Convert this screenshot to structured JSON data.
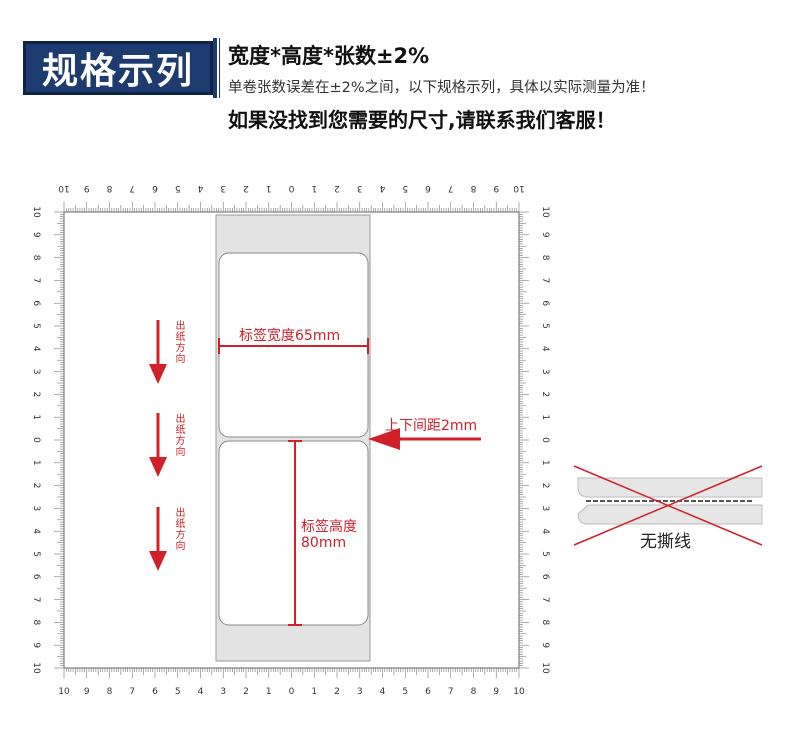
{
  "header": {
    "title": "规格示列",
    "line1": "宽度*高度*张数±2%",
    "line2": "单卷张数误差在±2%之间，以下规格示列，具体以实际测量为准！",
    "line3": "如果没找到您需要的尺寸,请联系我们客服！"
  },
  "diagram": {
    "label_width_text": "标签宽度65mm",
    "label_height_line1": "标签高度",
    "label_height_line2": "80mm",
    "gap_text": "上下间距2mm",
    "feed_direction": "出纸方向",
    "no_tear_text": "无撕线",
    "ruler_numbers": [
      "10",
      "9",
      "8",
      "7",
      "6",
      "5",
      "4",
      "3",
      "2",
      "1",
      "0",
      "1",
      "2",
      "3",
      "4",
      "5",
      "6",
      "7",
      "8",
      "9",
      "10"
    ]
  },
  "colors": {
    "accent": "#d0202a",
    "brand": "#1d3b6e",
    "liner": "#e3e3e3"
  }
}
